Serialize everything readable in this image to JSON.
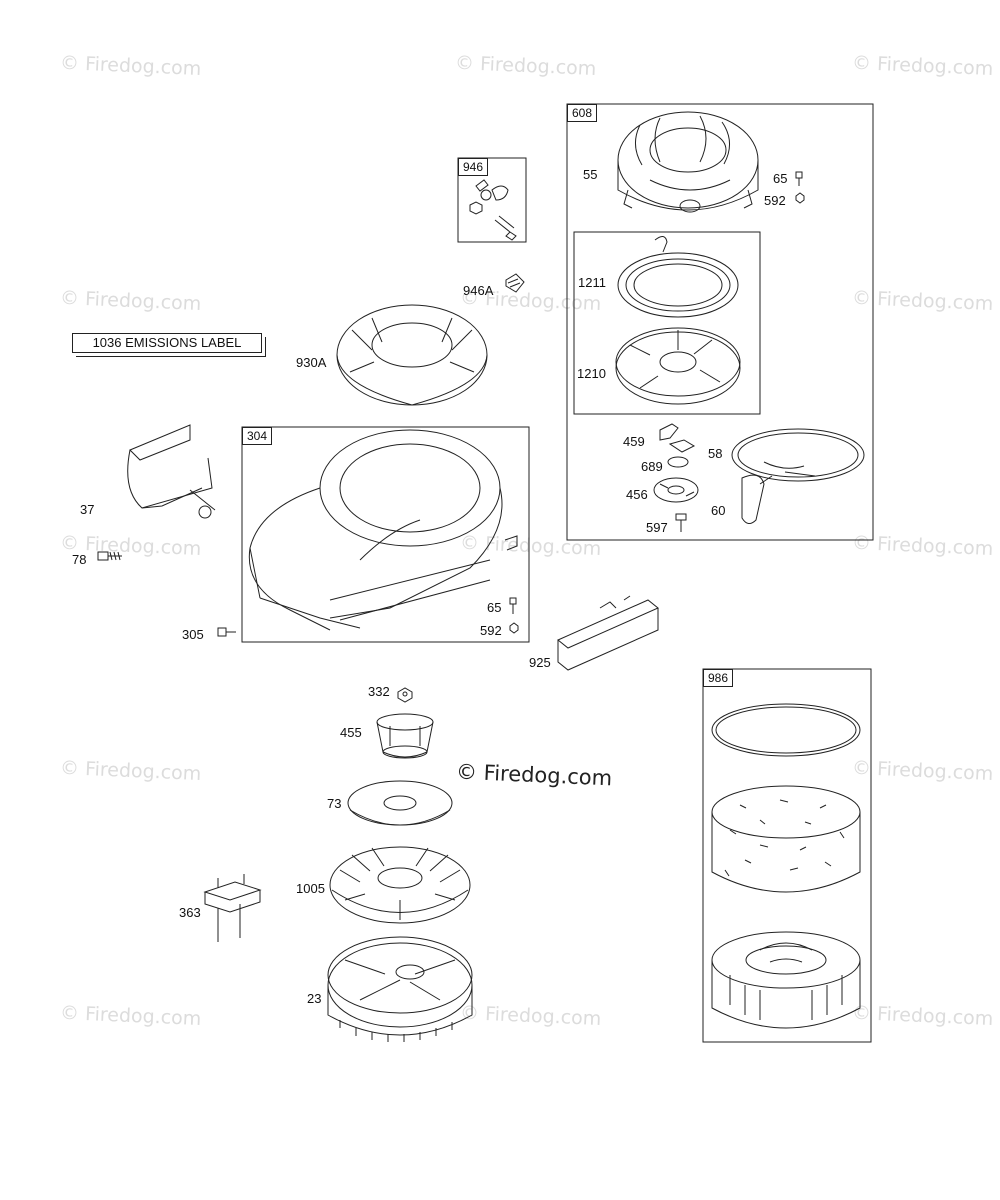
{
  "watermark": "© Firedog.com",
  "emissions_label": "1036 EMISSIONS LABEL",
  "groups": {
    "g946": "946",
    "g608": "608",
    "g304": "304",
    "g986": "986"
  },
  "parts": {
    "p55": "55",
    "p65a": "65",
    "p592a": "592",
    "p1211": "1211",
    "p1210": "1210",
    "p459": "459",
    "p689": "689",
    "p58": "58",
    "p456": "456",
    "p60": "60",
    "p597": "597",
    "p946a": "946A",
    "p930a": "930A",
    "p37": "37",
    "p78": "78",
    "p65b": "65",
    "p592b": "592",
    "p305": "305",
    "p925": "925",
    "p332": "332",
    "p455": "455",
    "p73": "73",
    "p1005": "1005",
    "p363": "363",
    "p23": "23"
  }
}
